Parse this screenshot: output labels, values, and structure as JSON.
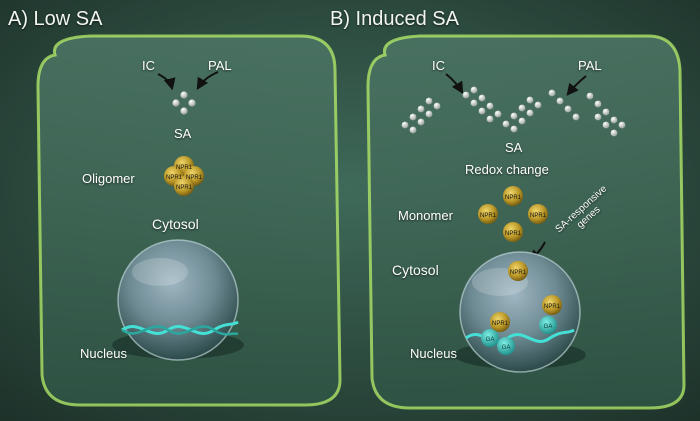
{
  "panels": {
    "low": {
      "title": "A) Low SA",
      "ic": "IC",
      "pal": "PAL",
      "sa": "SA",
      "oligomer": "Oligomer",
      "cytosol": "Cytosol",
      "nucleus": "Nucleus",
      "npr_tokens": [
        "NPR1",
        "NPR1",
        "NPR1",
        "NPR1"
      ]
    },
    "induced": {
      "title": "B) Induced SA",
      "ic": "IC",
      "pal": "PAL",
      "sa": "SA",
      "redox": "Redox change",
      "monomer": "Monomer",
      "cytosol": "Cytosol",
      "nucleus": "Nucleus",
      "responsive": "SA-responsive genes",
      "npr_tokens": [
        "NPR1",
        "NPR1",
        "NPR1",
        "NPR1",
        "NPR1",
        "NPR1",
        "NPR1"
      ],
      "dna_tokens": [
        "GA",
        "GA",
        "GA"
      ]
    }
  },
  "colors": {
    "background": "#27443a",
    "cell_glow": "#c8ff6a",
    "npr_gold": "#b89a2a",
    "dna": "#3fd8d0",
    "text": "#ffffff"
  }
}
